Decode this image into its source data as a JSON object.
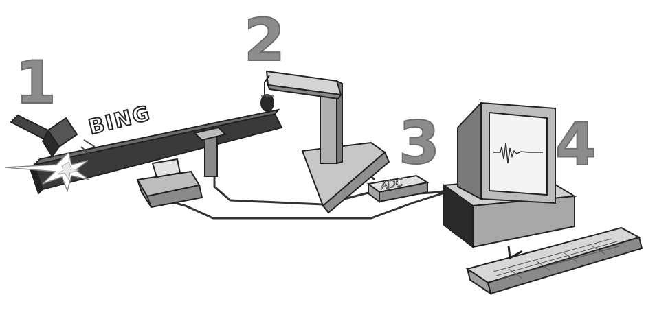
{
  "steps": [
    "1",
    "2",
    "3",
    "4"
  ],
  "impact_label": "BING",
  "converter_label": "ADC"
}
